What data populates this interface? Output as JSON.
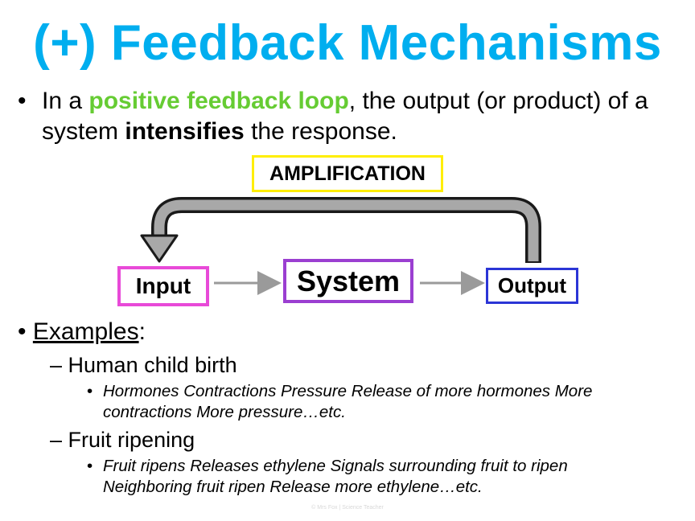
{
  "title": "(+) Feedback Mechanisms",
  "intro": {
    "bullet": "•",
    "pre": "In a ",
    "highlight": "positive feedback loop",
    "mid": ", the output (or product) of a system ",
    "bold": "intensifies",
    "post": " the response."
  },
  "diagram": {
    "amplification": "AMPLIFICATION",
    "input": "Input",
    "system": "System",
    "output": "Output",
    "colors": {
      "amplification_border": "#ffee00",
      "input_border": "#e84ad8",
      "system_border": "#9b3fd1",
      "output_border": "#2b35d6",
      "loop_arrow": "#9a9a9a"
    }
  },
  "examples": {
    "bullet": "•",
    "label": "Examples",
    "colon": ":",
    "items": [
      {
        "dash": "–",
        "title": "Human child birth",
        "bullet": "•",
        "detail": "Hormones  Contractions  Pressure  Release of more hormones  More contractions  More pressure…etc."
      },
      {
        "dash": "–",
        "title": "Fruit ripening",
        "bullet": "•",
        "detail": "Fruit ripens  Releases ethylene  Signals surrounding fruit to ripen  Neighboring fruit ripen  Release more ethylene…etc."
      }
    ]
  },
  "watermark": "© Mrs Fox | Science Teacher"
}
